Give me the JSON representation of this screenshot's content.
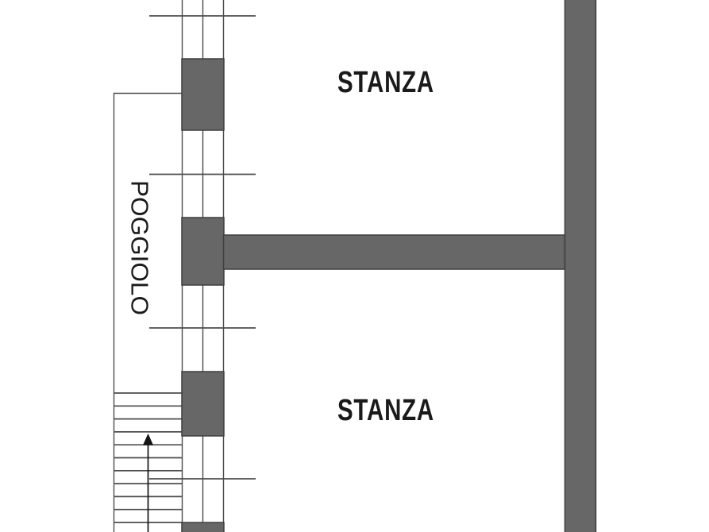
{
  "rooms": {
    "stanza_top": {
      "label": "STANZA"
    },
    "stanza_bottom": {
      "label": "STANZA"
    },
    "poggiolo": {
      "label": "POGGIOLO"
    }
  },
  "stairs": {
    "treads": 11,
    "direction": "up"
  },
  "colors": {
    "wall_fill": "#676767",
    "wall_outline": "#3f3f3f",
    "line_color": "#4d4d4d",
    "arrow_color": "#141414",
    "text_color": "#1a1a1a",
    "background": "#ffffff"
  }
}
